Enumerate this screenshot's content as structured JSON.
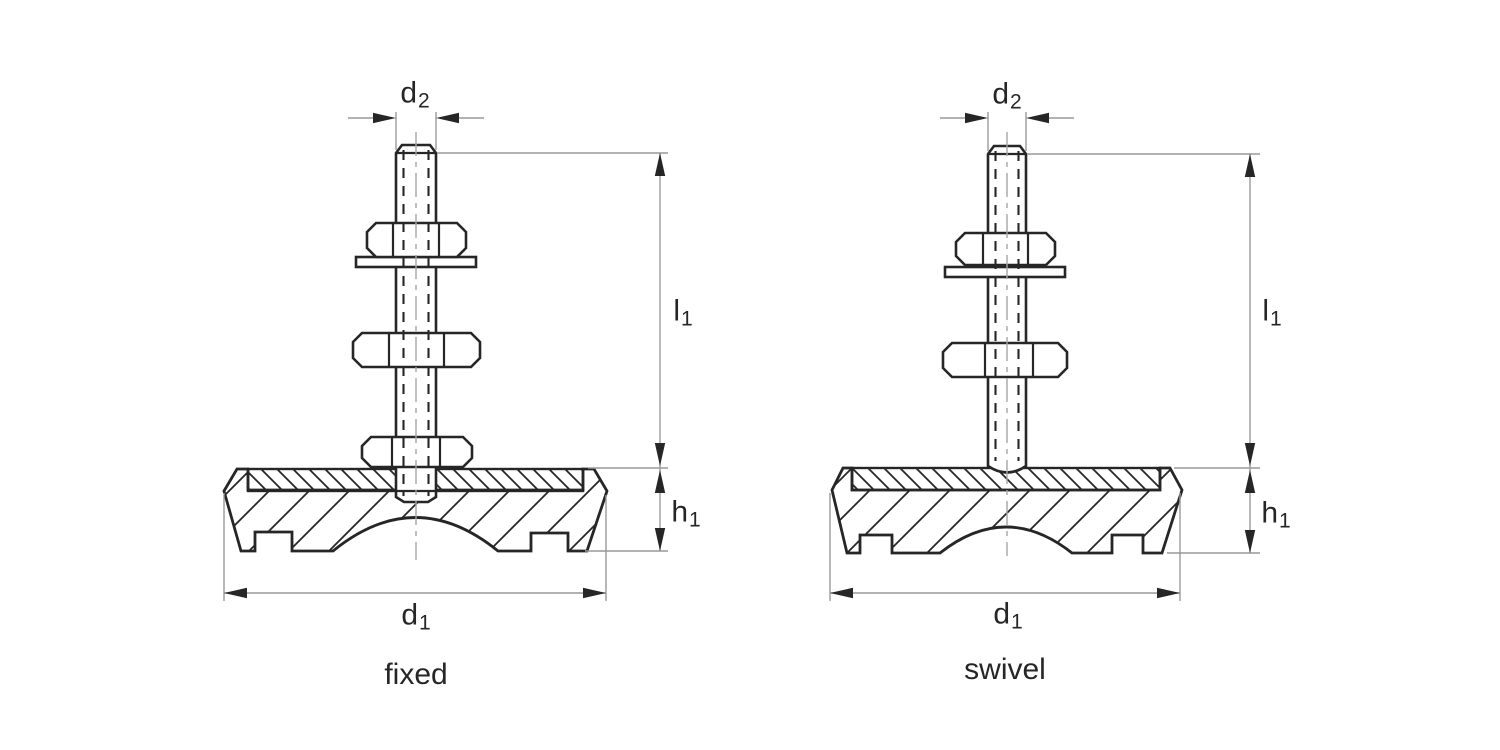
{
  "page": {
    "background": "#ffffff"
  },
  "colors": {
    "line": "#262626",
    "dim": "#999999"
  },
  "views": [
    {
      "id": "fixed",
      "caption": "fixed",
      "labels": {
        "d2": {
          "base": "d",
          "sub": "2"
        },
        "l1": {
          "base": "l",
          "sub": "1"
        },
        "h1": {
          "base": "h",
          "sub": "1"
        },
        "d1": {
          "base": "d",
          "sub": "1"
        }
      }
    },
    {
      "id": "swivel",
      "caption": "swivel",
      "labels": {
        "d2": {
          "base": "d",
          "sub": "2"
        },
        "l1": {
          "base": "l",
          "sub": "1"
        },
        "h1": {
          "base": "h",
          "sub": "1"
        },
        "d1": {
          "base": "d",
          "sub": "1"
        }
      }
    }
  ]
}
